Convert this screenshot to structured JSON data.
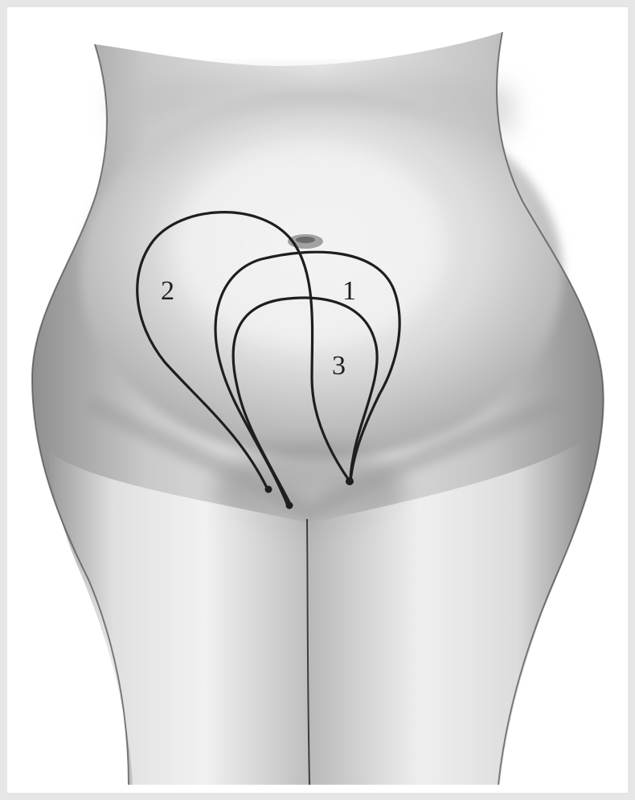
{
  "figure": {
    "labels": [
      "2",
      "1",
      "3"
    ],
    "colors": {
      "background": "#e6e6e6",
      "paper": "#ffffff",
      "skin_shadow": "#8a8a8a",
      "ink": "#1e1e1e"
    }
  }
}
